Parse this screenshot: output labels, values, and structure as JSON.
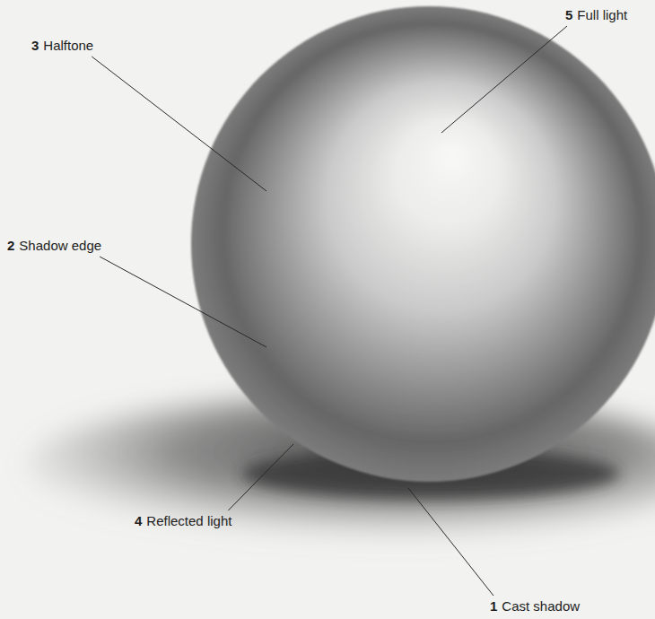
{
  "diagram": {
    "labels": [
      "3",
      "Halftone",
      "5",
      "Full light",
      "2",
      "Shadow edge",
      "4",
      "Reflected light",
      "1",
      "Cast shadow"
    ]
  }
}
